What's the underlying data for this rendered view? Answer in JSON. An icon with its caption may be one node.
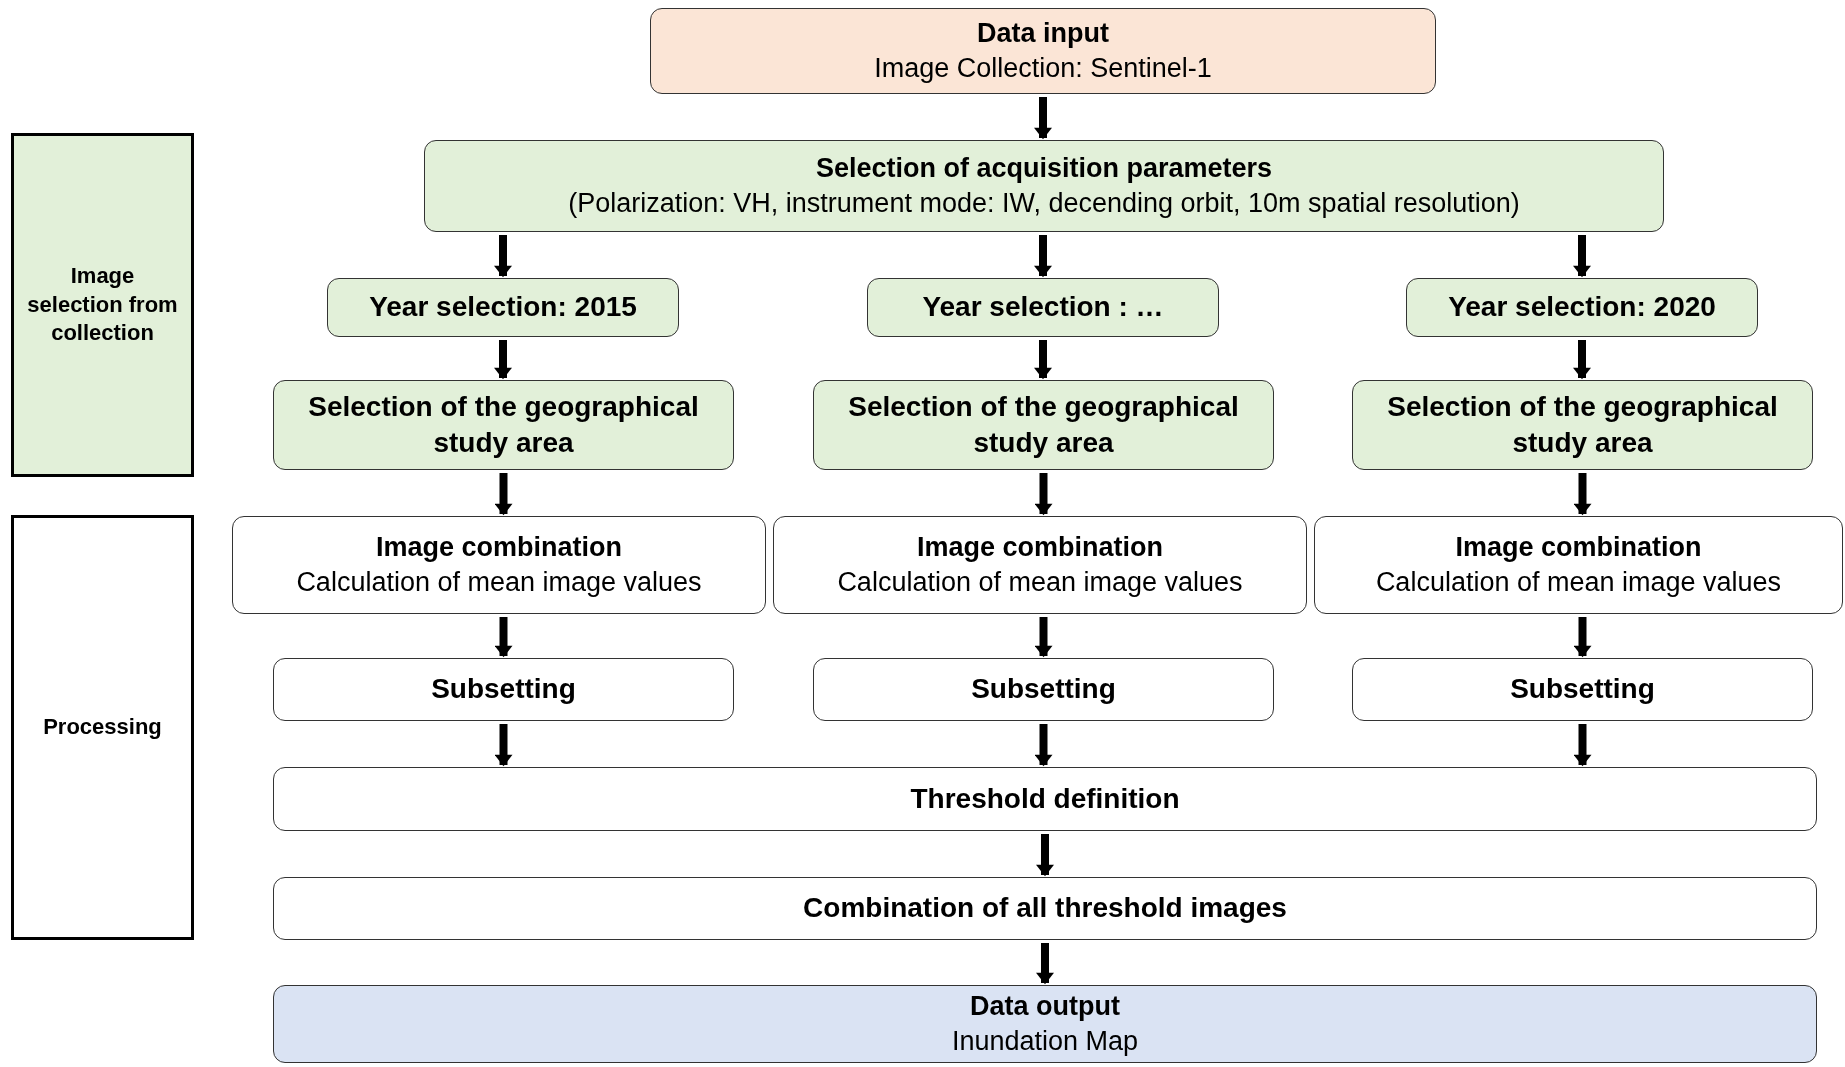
{
  "diagram": {
    "nodes": [
      {
        "text": [
          "Data input",
          "Image Collection: Sentinel-1"
        ]
      },
      {
        "text": [
          "Selection of acquisition parameters",
          "(Polarization: VH, instrument mode: IW, decending orbit, 10m spatial resolution)"
        ]
      },
      {
        "text": [
          "Year selection: 2015"
        ]
      },
      {
        "text": [
          "Year selection : …"
        ]
      },
      {
        "text": [
          "Year selection: 2020"
        ]
      },
      {
        "text": [
          "Selection of the geographical study area"
        ]
      },
      {
        "text": [
          "Selection of the geographical study area"
        ]
      },
      {
        "text": [
          "Selection of the geographical study area"
        ]
      },
      {
        "text": [
          "Image combination",
          "Calculation of mean image values"
        ]
      },
      {
        "text": [
          "Image combination",
          "Calculation of mean image values"
        ]
      },
      {
        "text": [
          "Image combination",
          "Calculation of mean image values"
        ]
      },
      {
        "text": [
          "Subsetting"
        ]
      },
      {
        "text": [
          "Subsetting"
        ]
      },
      {
        "text": [
          "Subsetting"
        ]
      },
      {
        "text": [
          "Threshold definition"
        ]
      },
      {
        "text": [
          "Combination of all threshold images"
        ]
      },
      {
        "text": [
          "Data output",
          "Inundation Map"
        ]
      },
      {
        "text": [
          "Image selection from collection"
        ]
      },
      {
        "text": [
          "Processing"
        ]
      }
    ],
    "edges": [
      {
        "from": 0,
        "to": 1,
        "arrow": "to"
      },
      {
        "from": 1,
        "to": 2,
        "arrow": "to"
      },
      {
        "from": 1,
        "to": 3,
        "arrow": "to"
      },
      {
        "from": 1,
        "to": 4,
        "arrow": "to"
      },
      {
        "from": 2,
        "to": 5,
        "arrow": "to"
      },
      {
        "from": 3,
        "to": 6,
        "arrow": "to"
      },
      {
        "from": 4,
        "to": 7,
        "arrow": "to"
      },
      {
        "from": 5,
        "to": 8,
        "arrow": "to"
      },
      {
        "from": 6,
        "to": 9,
        "arrow": "to"
      },
      {
        "from": 7,
        "to": 10,
        "arrow": "to"
      },
      {
        "from": 8,
        "to": 11,
        "arrow": "to"
      },
      {
        "from": 9,
        "to": 12,
        "arrow": "to"
      },
      {
        "from": 10,
        "to": 13,
        "arrow": "to"
      },
      {
        "from": 11,
        "to": 14,
        "arrow": "to"
      },
      {
        "from": 12,
        "to": 14,
        "arrow": "to"
      },
      {
        "from": 13,
        "to": 14,
        "arrow": "to"
      },
      {
        "from": 14,
        "to": 15,
        "arrow": "to"
      },
      {
        "from": 15,
        "to": 16,
        "arrow": "to"
      }
    ]
  }
}
